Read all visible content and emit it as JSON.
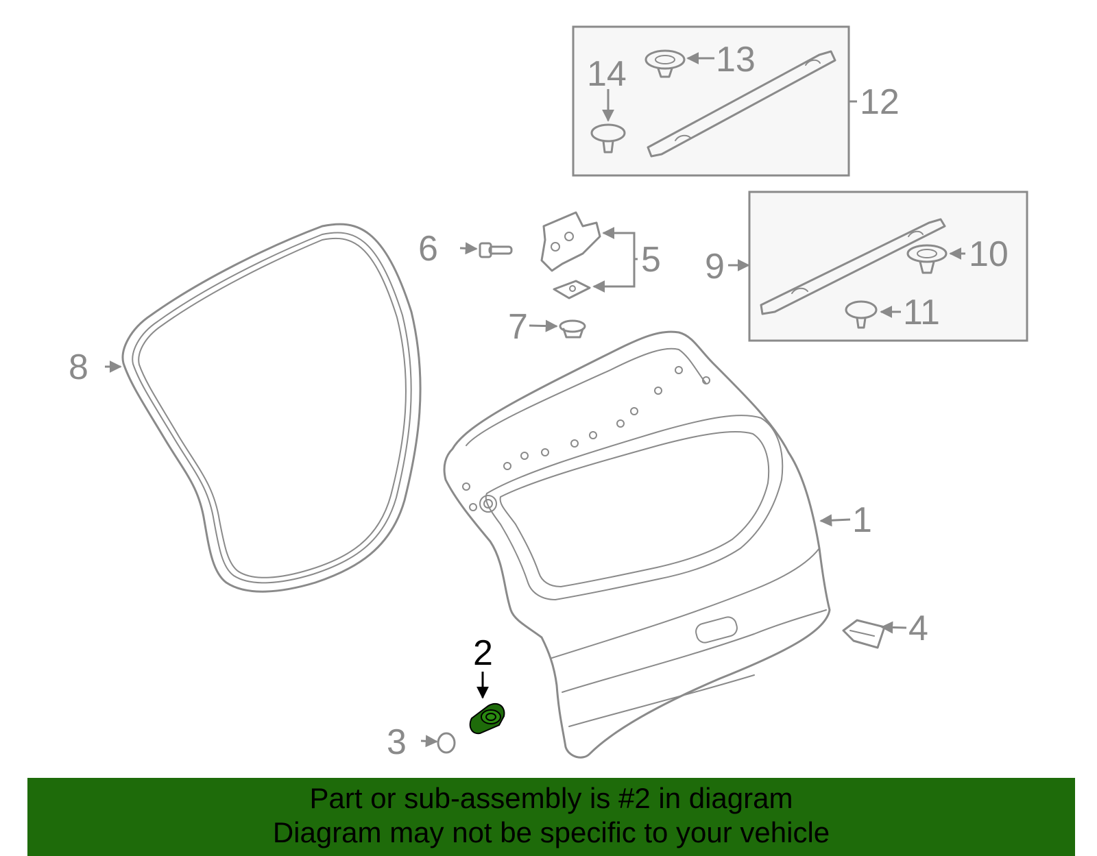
{
  "colors": {
    "gray": "#8a8a8a",
    "highlight": "#1e6b0a",
    "highlight_text": "#000000",
    "box_fill": "#f7f7f7",
    "banner_bg": "#1e6b0a"
  },
  "callouts": {
    "c1": "1",
    "c2": "2",
    "c3": "3",
    "c4": "4",
    "c5": "5",
    "c6": "6",
    "c7": "7",
    "c8": "8",
    "c9": "9",
    "c10": "10",
    "c11": "11",
    "c12": "12",
    "c13": "13",
    "c14": "14"
  },
  "banner": {
    "line1": "Part or sub-assembly is #2 in diagram",
    "line2": "Diagram may not be specific to your vehicle"
  }
}
